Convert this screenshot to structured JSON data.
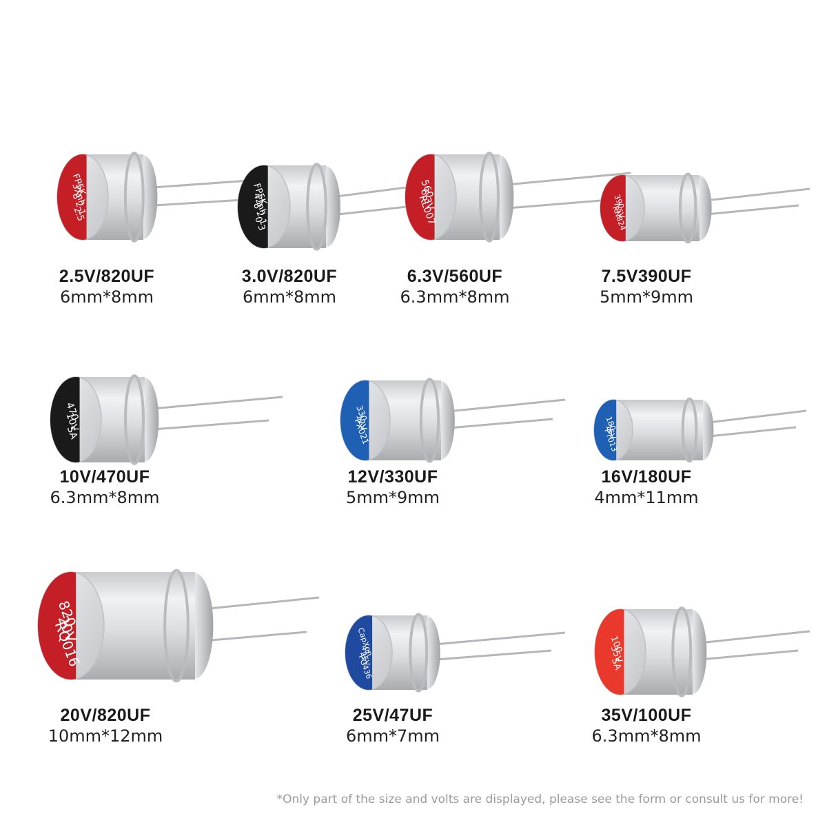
{
  "products": [
    {
      "spec": "2.5V/820UF",
      "size": "6mm*8mm",
      "marking": [
        "FP5K",
        "3Xnh",
        "8 2 1",
        "2.5"
      ],
      "stripe": "#c41e26"
    },
    {
      "spec": "3.0V/820UF",
      "size": "6mm*8mm",
      "marking": [
        "FP5K",
        "42nh",
        "8 2 1",
        "0 3"
      ],
      "stripe": "#1a1a1a"
    },
    {
      "spec": "6.3V/560UF",
      "size": "6.3mm*8mm",
      "marking": [
        "560",
        "6.3V",
        "RL007"
      ],
      "stripe": "#c41e26"
    },
    {
      "spec": "7.5V390UF",
      "size": "5mm*9mm",
      "marking": [
        "390",
        "7.5V",
        "RN824"
      ],
      "stripe": "#c41e26"
    },
    {
      "spec": "10V/470UF",
      "size": "6.3mm*8mm",
      "marking": [
        "470",
        "10V",
        "SA"
      ],
      "stripe": "#1a1a1a"
    },
    {
      "spec": "12V/330UF",
      "size": "5mm*9mm",
      "marking": [
        "330",
        "12V",
        "PX021"
      ],
      "stripe": "#1f5fb4"
    },
    {
      "spec": "16V/180UF",
      "size": "4mm*11mm",
      "marking": [
        "180",
        "16V",
        "PT013"
      ],
      "stripe": "#1f5fb4"
    },
    {
      "spec": "20V/820UF",
      "size": "10mm*12mm",
      "marking": [
        "820",
        "20V",
        "RQ016"
      ],
      "stripe": "#c41e26"
    },
    {
      "spec": "25V/47UF",
      "size": "6mm*7mm",
      "marking": [
        "CapXon",
        "47",
        "25V",
        "PG436"
      ],
      "stripe": "#1f4aa0"
    },
    {
      "spec": "35V/100UF",
      "size": "6.3mm*8mm",
      "marking": [
        "100",
        "35V",
        "SA"
      ],
      "stripe": "#e8392c"
    }
  ],
  "footnote": "*Only part of the size and volts are displayed, please see the form or consult us for more!"
}
